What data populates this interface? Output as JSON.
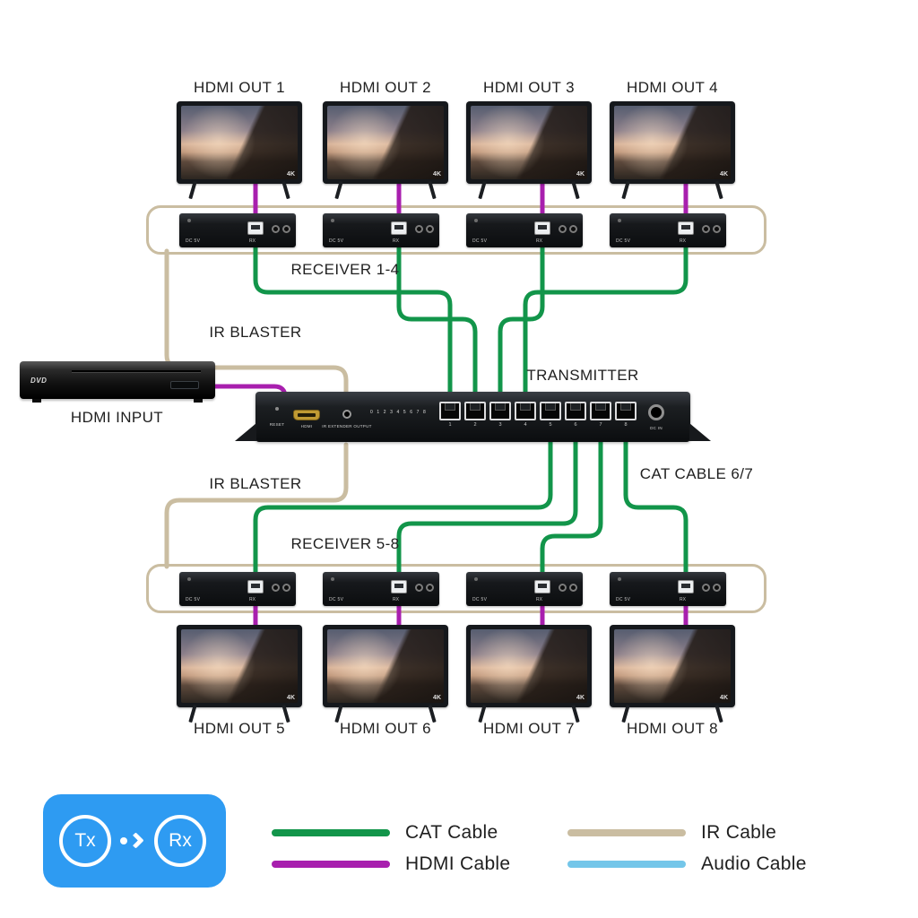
{
  "colors": {
    "cat_cable": "#12954a",
    "hdmi_cable": "#a81fae",
    "ir_cable": "#cabda1",
    "audio_cable": "#74c6e9",
    "legend_bg": "#2e9bf2"
  },
  "monitors": {
    "screen_badge": "4K",
    "top": [
      {
        "label": "HDMI OUT 1"
      },
      {
        "label": "HDMI OUT 2"
      },
      {
        "label": "HDMI OUT 3"
      },
      {
        "label": "HDMI OUT 4"
      }
    ],
    "bottom": [
      {
        "label": "HDMI OUT 5"
      },
      {
        "label": "HDMI OUT 6"
      },
      {
        "label": "HDMI OUT 7"
      },
      {
        "label": "HDMI OUT 8"
      }
    ]
  },
  "labels": {
    "receiver_top": "RECEIVER 1-4",
    "receiver_bottom": "RECEIVER 5-8",
    "transmitter": "TRANSMITTER",
    "hdmi_input": "HDMI INPUT",
    "ir_blaster_top": "IR BLASTER",
    "ir_blaster_bottom": "IR BLASTER",
    "cat_cable_67": "CAT CABLE 6/7"
  },
  "receiver": {
    "dc_label": "DC 5V",
    "rx_label": "RX"
  },
  "transmitter_panel": {
    "reset": "RESET",
    "hdmi": "HDMI",
    "ir_extender": "IR EXTENDER OUTPUT",
    "dip_numbers": "0 1 2 3 4 5 6 7 8",
    "port_numbers": [
      "1",
      "2",
      "3",
      "4",
      "5",
      "6",
      "7",
      "8"
    ],
    "dc_in": "DC IN"
  },
  "source_device": {
    "logo": "DVD"
  },
  "legend": {
    "tx": "Tx",
    "rx": "Rx",
    "items": [
      {
        "label": "CAT Cable",
        "color": "#12954a"
      },
      {
        "label": "HDMI Cable",
        "color": "#a81fae"
      },
      {
        "label": "IR Cable",
        "color": "#cabda1"
      },
      {
        "label": "Audio Cable",
        "color": "#74c6e9"
      }
    ]
  }
}
